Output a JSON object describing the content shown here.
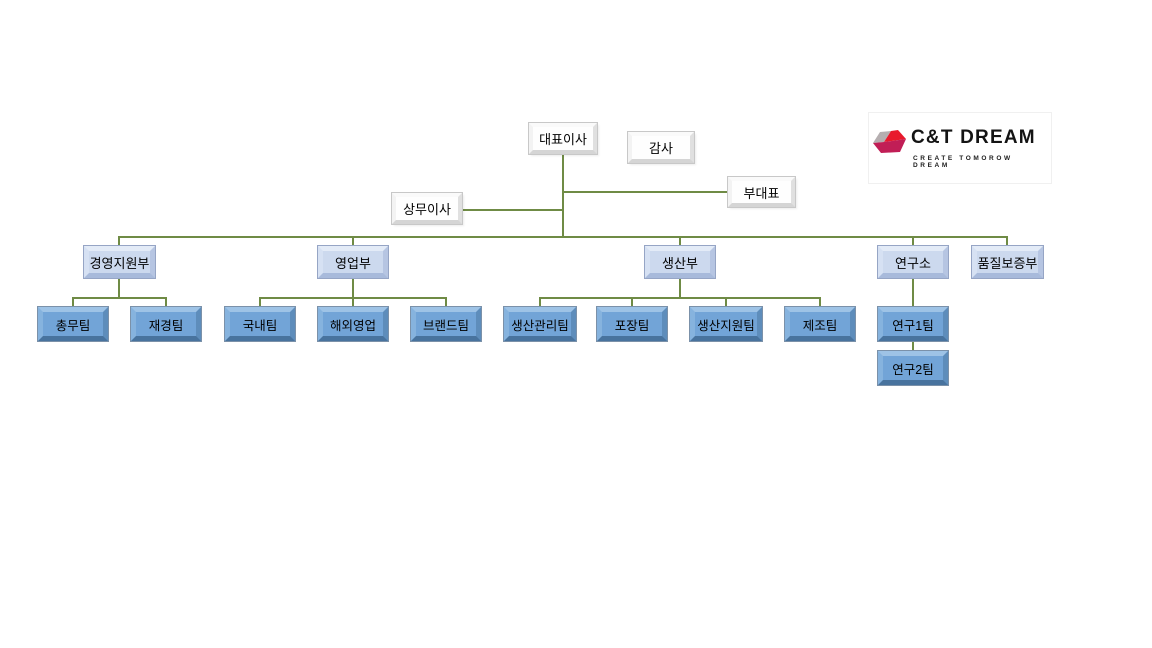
{
  "page": {
    "background": "#ffffff",
    "type": "organization-chart"
  },
  "logo": {
    "title": "C&T DREAM",
    "tagline": "CREATE TOMOROW DREAM",
    "icon": "gem-icon",
    "icon_colors": {
      "gray_facet": "#b5aeb0",
      "red_facet": "#e8192c",
      "magenta_facet": "#c11e56"
    }
  },
  "style": {
    "connector_color": "#6f8b45",
    "level1_fill": "#fefefe",
    "level2_fill": "#ccd9ee",
    "level3_fill": "#72a4d7",
    "text_color": "#000000"
  },
  "nodes": {
    "ceo": {
      "label": "대표이사",
      "level": 1
    },
    "auditor": {
      "label": "감사",
      "level": 1
    },
    "vice_president": {
      "label": "부대표",
      "level": 1
    },
    "managing_director": {
      "label": "상무이사",
      "level": 1
    },
    "management_support": {
      "label": "경영지원부",
      "level": 2
    },
    "sales": {
      "label": "영업부",
      "level": 2
    },
    "production": {
      "label": "생산부",
      "level": 2
    },
    "research_lab": {
      "label": "연구소",
      "level": 2
    },
    "quality_assurance": {
      "label": "품질보증부",
      "level": 2
    },
    "general_affairs": {
      "label": "총무팀",
      "level": 3
    },
    "finance": {
      "label": "재경팀",
      "level": 3
    },
    "domestic": {
      "label": "국내팀",
      "level": 3
    },
    "overseas_sales": {
      "label": "해외영업",
      "level": 3
    },
    "brand": {
      "label": "브랜드팀",
      "level": 3
    },
    "production_mgmt": {
      "label": "생산관리팀",
      "level": 3
    },
    "packaging": {
      "label": "포장팀",
      "level": 3
    },
    "production_support": {
      "label": "생산지원팀",
      "level": 3
    },
    "manufacturing": {
      "label": "제조팀",
      "level": 3
    },
    "research_team1": {
      "label": "연구1팀",
      "level": 3
    },
    "research_team2": {
      "label": "연구2팀",
      "level": 3
    }
  },
  "edges": [
    [
      "ceo",
      "vice_president"
    ],
    [
      "ceo",
      "managing_director"
    ],
    [
      "ceo",
      "management_support"
    ],
    [
      "ceo",
      "sales"
    ],
    [
      "ceo",
      "production"
    ],
    [
      "ceo",
      "research_lab"
    ],
    [
      "ceo",
      "quality_assurance"
    ],
    [
      "management_support",
      "general_affairs"
    ],
    [
      "management_support",
      "finance"
    ],
    [
      "sales",
      "domestic"
    ],
    [
      "sales",
      "overseas_sales"
    ],
    [
      "sales",
      "brand"
    ],
    [
      "production",
      "production_mgmt"
    ],
    [
      "production",
      "packaging"
    ],
    [
      "production",
      "production_support"
    ],
    [
      "production",
      "manufacturing"
    ],
    [
      "research_lab",
      "research_team1"
    ],
    [
      "research_team1",
      "research_team2"
    ]
  ]
}
